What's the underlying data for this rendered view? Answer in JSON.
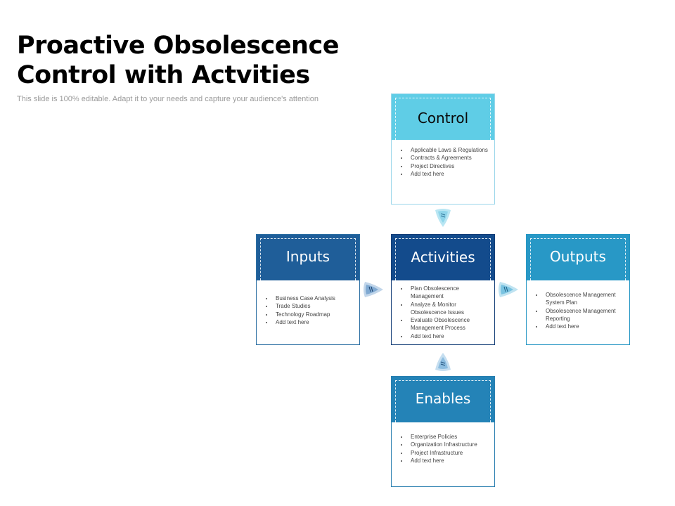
{
  "title_line1": "Proactive Obsolescence",
  "title_line2": "Control with Actvities",
  "subtitle": "This slide is 100% editable. Adapt it to your needs and capture your audience's attention",
  "boxes": {
    "control": {
      "label": "Control",
      "items": [
        "Applicable Laws & Regulations",
        "Contracts & Agreements",
        "Project Directives",
        "Add text here"
      ]
    },
    "inputs": {
      "label": "Inputs",
      "items": [
        "Business Case Analysis",
        "Trade Studies",
        "Technology Roadmap",
        "Add text here"
      ]
    },
    "activities": {
      "label": "Activities",
      "items": [
        "Plan Obsolescence Management",
        "Analyze & Monitor Obsolescence Issues",
        "Evaluate Obsolescence Management Process",
        "Add text here"
      ]
    },
    "outputs": {
      "label": "Outputs",
      "items": [
        "Obsolescence Management System Plan",
        "Obsolescence Management Reporting",
        "Add text here"
      ]
    },
    "enables": {
      "label": "Enables",
      "items": [
        "Enterprise Policies",
        "Organization Infrastructure",
        "Project Infrastructure",
        "Add text here"
      ]
    }
  },
  "colors": {
    "control": "#5fcde6",
    "inputs": "#1f5e99",
    "activities": "#134b8c",
    "outputs": "#2898c6",
    "enables": "#2483b7"
  }
}
